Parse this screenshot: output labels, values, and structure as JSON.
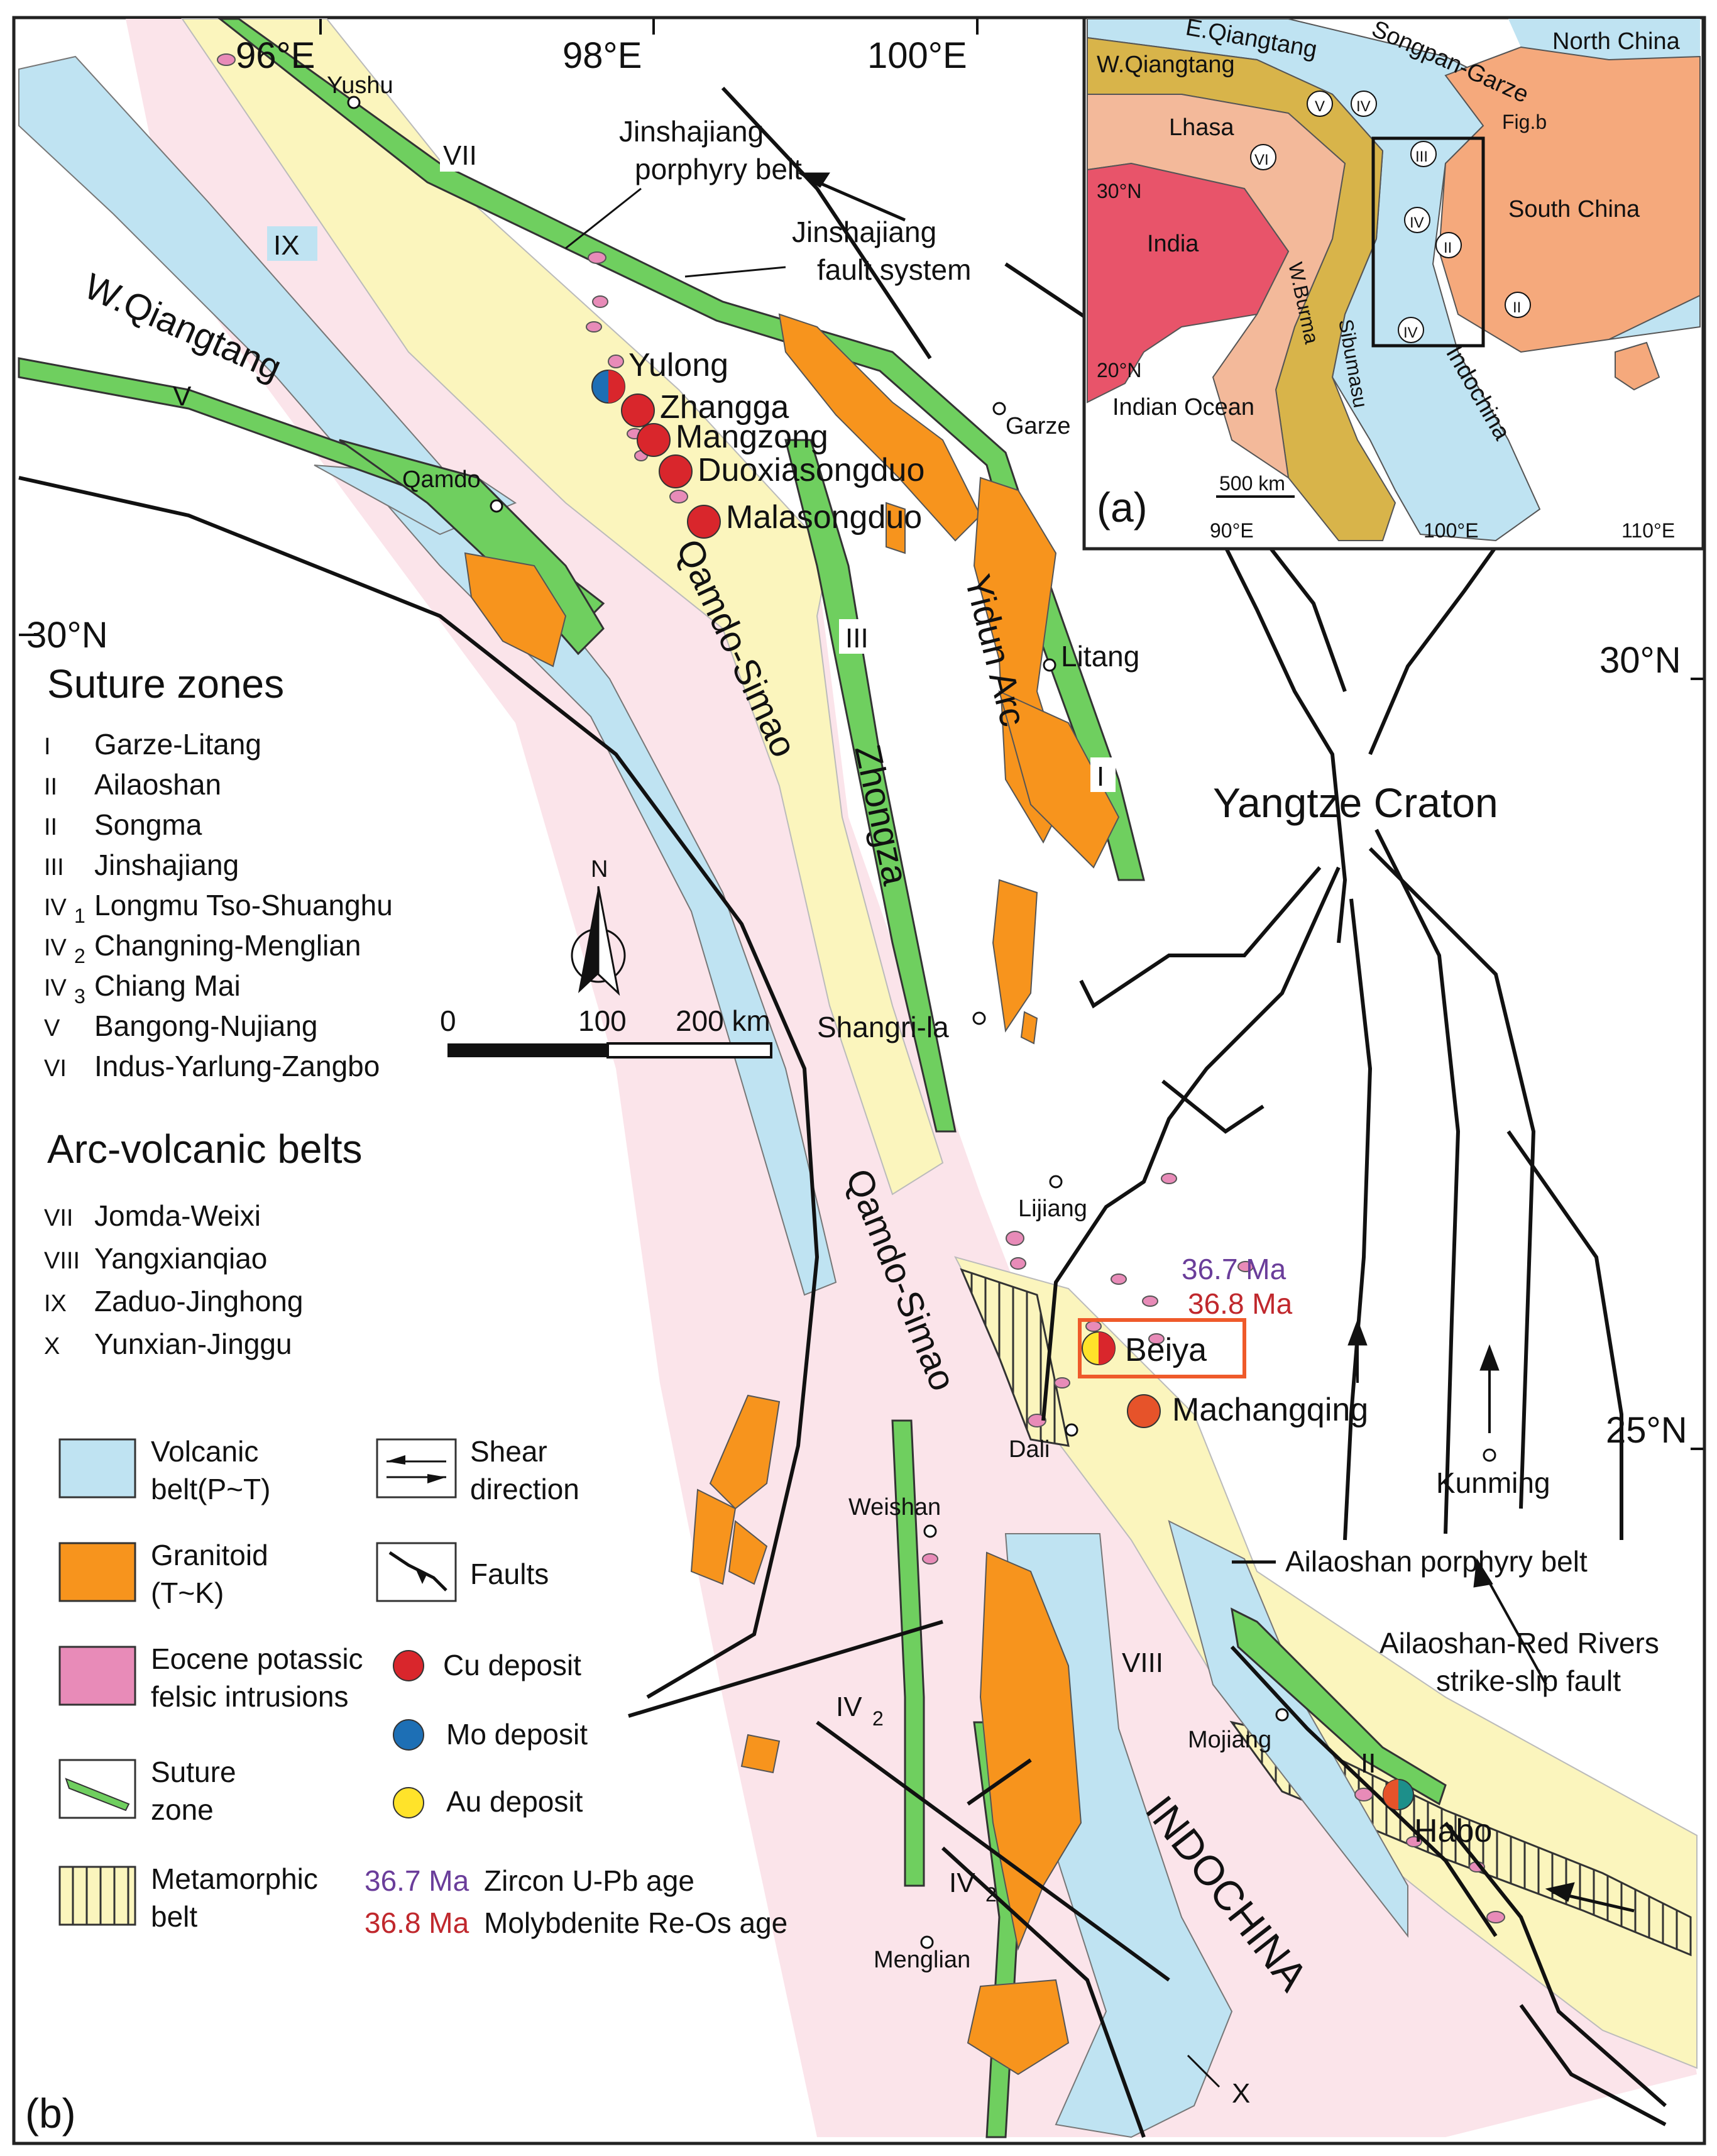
{
  "panel_labels": {
    "main": "(b)",
    "inset": "(a)"
  },
  "coordinates": {
    "lon_96": "96°E",
    "lon_98": "98°E",
    "lon_100": "100°E",
    "lat_30_left": "30°N",
    "lat_30_right": "30°N",
    "lat_25_right": "25°N"
  },
  "regions": {
    "w_qiangtang": "W.Qiangtang",
    "qamdo_simao_north": "Qamdo-Simao",
    "qamdo_simao_south": "Qamdo-Simao",
    "zhongza": "Zhongza",
    "yidun_arc": "Yidun Arc",
    "yangtze": "Yangtze Craton",
    "indochina": "INDOCHINA"
  },
  "cities": [
    "Yushu",
    "Qamdo",
    "Garze",
    "Litang",
    "Shangri-la",
    "Lijiang",
    "Dali",
    "Weishan",
    "Kunming",
    "Mojiang",
    "Menglian"
  ],
  "deposits": [
    "Yulong",
    "Zhangga",
    "Mangzong",
    "Duoxiasongduo",
    "Malasongduo",
    "Beiya",
    "Machangqing",
    "Habo"
  ],
  "ages": {
    "zircon": "36.7 Ma",
    "molybdenite": "36.8 Ma"
  },
  "annotations": {
    "porphyry_belt_1": "Jinshajiang",
    "porphyry_belt_2": "porphyry belt",
    "fault_system_1": "Jinshajiang",
    "fault_system_2": "fault system",
    "ailaoshan_belt": "Ailaoshan porphyry belt",
    "redriver_1": "Ailaoshan-Red Rivers",
    "redriver_2": "strike-slip fault"
  },
  "map_roman": {
    "VII": "VII",
    "IX": "IX",
    "V": "V",
    "III": "III",
    "I": "I",
    "VIII": "VIII",
    "II": "II",
    "IV2": "IV",
    "IV2_sub": "2",
    "X": "X"
  },
  "suture_zones": {
    "title": "Suture  zones",
    "items": [
      {
        "num": "I",
        "sub": "",
        "name": "Garze-Litang"
      },
      {
        "num": "II",
        "sub": "",
        "name": "Ailaoshan"
      },
      {
        "num": "II",
        "sub": "",
        "name": "Songma"
      },
      {
        "num": "III",
        "sub": "",
        "name": "Jinshajiang"
      },
      {
        "num": "IV",
        "sub": "1",
        "name": "Longmu Tso-Shuanghu"
      },
      {
        "num": "IV",
        "sub": "2",
        "name": "Changning-Menglian"
      },
      {
        "num": "IV",
        "sub": "3",
        "name": "Chiang Mai"
      },
      {
        "num": "V",
        "sub": "",
        "name": "Bangong-Nujiang"
      },
      {
        "num": "VI",
        "sub": "",
        "name": "Indus-Yarlung-Zangbo"
      }
    ]
  },
  "arc_belts": {
    "title": "Arc-volcanic belts",
    "items": [
      {
        "num": "VII",
        "name": "Jomda-Weixi"
      },
      {
        "num": "VIII",
        "name": "Yangxianqiao"
      },
      {
        "num": "IX",
        "name": "Zaduo-Jinghong"
      },
      {
        "num": "X",
        "name": "Yunxian-Jinggu"
      }
    ]
  },
  "north_arrow": "N",
  "scale_bar": {
    "l0": "0",
    "l1": "100",
    "l2": "200 km"
  },
  "legend": {
    "volcanic_1": "Volcanic",
    "volcanic_2": "belt(P~T)",
    "granitoid_1": "Granitoid",
    "granitoid_2": "(T~K)",
    "eocene_1": "Eocene potassic",
    "eocene_2": "felsic intrusions",
    "suture_1": "Suture",
    "suture_2": "zone",
    "meta_1": "Metamorphic",
    "meta_2": "belt",
    "shear_1": "Shear",
    "shear_2": "direction",
    "faults": "Faults",
    "cu": "Cu deposit",
    "mo": "Mo deposit",
    "au": "Au deposit",
    "zircon_age": "36.7 Ma",
    "zircon_label": "Zircon U-Pb age",
    "moly_age": "36.8 Ma",
    "moly_label": "Molybdenite Re-Os age"
  },
  "inset": {
    "north_china": "North China",
    "e_qiangtang": "E.Qiangtang",
    "songpan": "Songpan-Garze",
    "w_qiangtang": "W.Qiangtang",
    "lhasa": "Lhasa",
    "fig_b": "Fig.b",
    "south_china": "South China",
    "india": "India",
    "w_burma": "W.Burma",
    "sibumasu": "Sibumasu",
    "indochina": "Indochina",
    "indian_ocean": "Indian Ocean",
    "lat30": "30°N",
    "lat20": "20°N",
    "lon90": "90°E",
    "lon100": "100°E",
    "lon110": "110°E",
    "scale": "500 km",
    "roman": {
      "V": "V",
      "IV": "IV",
      "III": "III",
      "VI": "VI",
      "II": "II"
    }
  },
  "colors": {
    "volcanic": "#bfe3f2",
    "granitoid": "#f7941d",
    "eocene": "#e88bb8",
    "suture": "#6fcf5f",
    "yellow_belt": "#fbf5bd",
    "pink_zone": "#fbe4ea",
    "cu": "#d9262c",
    "mo": "#1d6fb5",
    "au": "#ffe32a",
    "inset_india": "#e8546a",
    "inset_sc": "#f5a97c",
    "inset_lhasa": "#f3b99a",
    "inset_gold": "#d8b44a"
  }
}
